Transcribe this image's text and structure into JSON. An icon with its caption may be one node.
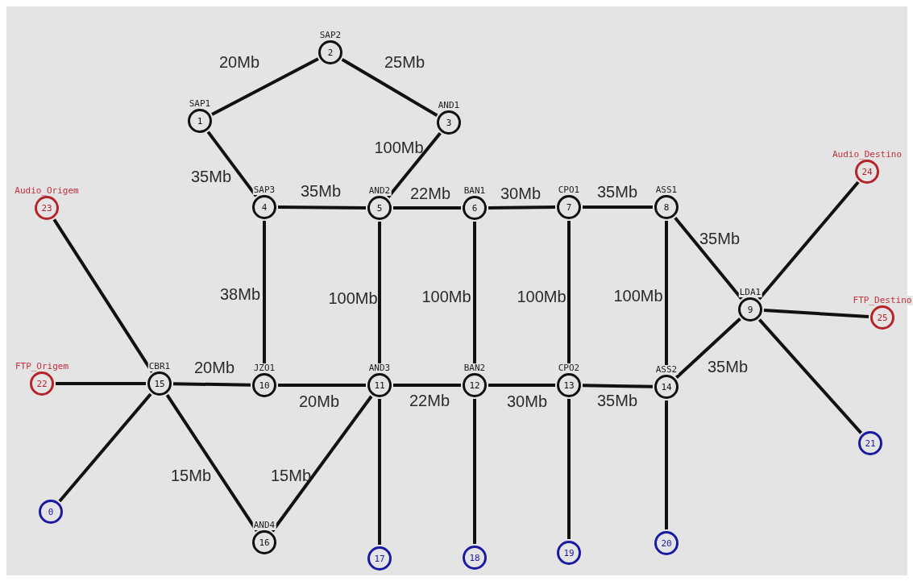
{
  "diagram": {
    "nodes": [
      {
        "text": [
          "0"
        ]
      },
      {
        "text": [
          "SAP1",
          "1"
        ]
      },
      {
        "text": [
          "SAP2",
          "2"
        ]
      },
      {
        "text": [
          "AND1",
          "3"
        ]
      },
      {
        "text": [
          "SAP3",
          "4"
        ]
      },
      {
        "text": [
          "AND2",
          "5"
        ]
      },
      {
        "text": [
          "BAN1",
          "6"
        ]
      },
      {
        "text": [
          "CPO1",
          "7"
        ]
      },
      {
        "text": [
          "ASS1",
          "8"
        ]
      },
      {
        "text": [
          "LDA1",
          "9"
        ]
      },
      {
        "text": [
          "JZO1",
          "10"
        ]
      },
      {
        "text": [
          "AND3",
          "11"
        ]
      },
      {
        "text": [
          "BAN2",
          "12"
        ]
      },
      {
        "text": [
          "CPO2",
          "13"
        ]
      },
      {
        "text": [
          "ASS2",
          "14"
        ]
      },
      {
        "text": [
          "CBR1",
          "15"
        ]
      },
      {
        "text": [
          "AND4",
          "16"
        ]
      },
      {
        "text": [
          "17"
        ]
      },
      {
        "text": [
          "18"
        ]
      },
      {
        "text": [
          "19"
        ]
      },
      {
        "text": [
          "20"
        ]
      },
      {
        "text": [
          "21"
        ]
      },
      {
        "text": [
          "FTP_Origem",
          "22"
        ]
      },
      {
        "text": [
          "Audio_Origem",
          "23"
        ]
      },
      {
        "text": [
          "Audio_Destino",
          "24"
        ]
      },
      {
        "text": [
          "FTP_Destino",
          "25"
        ]
      }
    ],
    "edges": [
      {
        "from": 1,
        "to": 2,
        "arrow": "none",
        "label": "20Mb"
      },
      {
        "from": 2,
        "to": 3,
        "arrow": "none",
        "label": "25Mb"
      },
      {
        "from": 1,
        "to": 4,
        "arrow": "none",
        "label": "35Mb"
      },
      {
        "from": 3,
        "to": 5,
        "arrow": "none",
        "label": "100Mb"
      },
      {
        "from": 4,
        "to": 5,
        "arrow": "none",
        "label": "35Mb"
      },
      {
        "from": 5,
        "to": 6,
        "arrow": "none",
        "label": "22Mb"
      },
      {
        "from": 6,
        "to": 7,
        "arrow": "none",
        "label": "30Mb"
      },
      {
        "from": 7,
        "to": 8,
        "arrow": "none",
        "label": "35Mb"
      },
      {
        "from": 8,
        "to": 9,
        "arrow": "none",
        "label": "35Mb"
      },
      {
        "from": 4,
        "to": 10,
        "arrow": "none",
        "label": "38Mb"
      },
      {
        "from": 5,
        "to": 11,
        "arrow": "none",
        "label": "100Mb"
      },
      {
        "from": 6,
        "to": 12,
        "arrow": "none",
        "label": "100Mb"
      },
      {
        "from": 7,
        "to": 13,
        "arrow": "none",
        "label": "100Mb"
      },
      {
        "from": 8,
        "to": 14,
        "arrow": "none",
        "label": "100Mb"
      },
      {
        "from": 15,
        "to": 10,
        "arrow": "none",
        "label": "20Mb"
      },
      {
        "from": 10,
        "to": 11,
        "arrow": "none",
        "label": "20Mb"
      },
      {
        "from": 11,
        "to": 12,
        "arrow": "none",
        "label": "22Mb"
      },
      {
        "from": 12,
        "to": 13,
        "arrow": "none",
        "label": "30Mb"
      },
      {
        "from": 13,
        "to": 14,
        "arrow": "none",
        "label": "35Mb"
      },
      {
        "from": 14,
        "to": 9,
        "arrow": "none",
        "label": "35Mb"
      },
      {
        "from": 15,
        "to": 16,
        "arrow": "none",
        "label": "15Mb"
      },
      {
        "from": 16,
        "to": 11,
        "arrow": "none",
        "label": "15Mb"
      },
      {
        "from": 23,
        "to": 15,
        "arrow": "none"
      },
      {
        "from": 22,
        "to": 15,
        "arrow": "none"
      },
      {
        "from": 0,
        "to": 15,
        "arrow": "none"
      },
      {
        "from": 11,
        "to": 17,
        "arrow": "none"
      },
      {
        "from": 12,
        "to": 18,
        "arrow": "none"
      },
      {
        "from": 13,
        "to": 19,
        "arrow": "none"
      },
      {
        "from": 14,
        "to": 20,
        "arrow": "none"
      },
      {
        "from": 9,
        "to": 24,
        "arrow": "none"
      },
      {
        "from": 9,
        "to": 25,
        "arrow": "none"
      },
      {
        "from": 9,
        "to": 21,
        "arrow": "none"
      }
    ]
  }
}
